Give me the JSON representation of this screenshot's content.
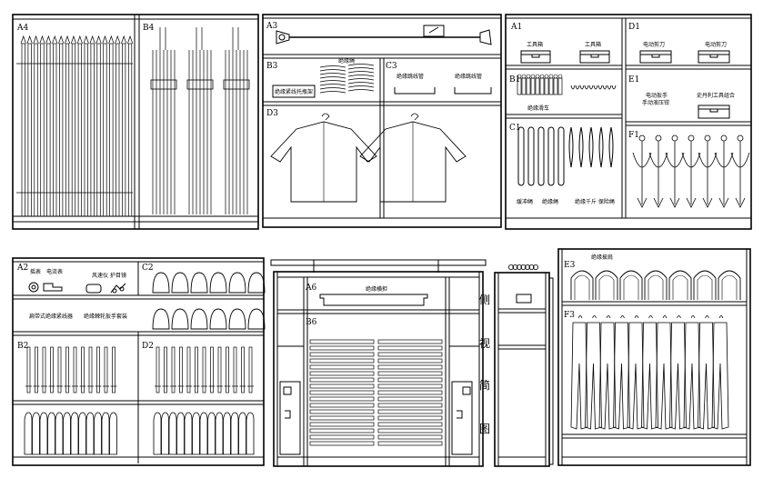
{
  "cabinets": {
    "top_left": {
      "A4": "A4",
      "B4": "B4"
    },
    "top_mid": {
      "A3": "A3",
      "B3": "B3",
      "C3": "C3",
      "D3": "D3",
      "b3_top": "绝缘绳",
      "b3_label": "绝缘紧线托瓶架",
      "c3_label1": "绝缘跳线管",
      "c3_label2": "绝缘跳线管"
    },
    "top_right": {
      "A1": "A1",
      "B1": "B1",
      "C1": "C1",
      "D1": "D1",
      "E1": "E1",
      "F1": "F1",
      "toolbox1": "工具箱",
      "toolbox2": "工具箱",
      "saw1": "电动剪刀",
      "saw2": "电动剪刀",
      "b1_label": "绝缘滑车",
      "e1_label1": "电动扳手",
      "e1_label1b": "手动液压钳",
      "e1_label2": "史丹利工具组合",
      "c1_label1": "缓冲绳",
      "c1_label2": "绝缘绳",
      "c1_label3": "绝缘千斤 保险绳"
    },
    "bottom_left": {
      "A2": "A2",
      "B2": "B2",
      "C2": "C2",
      "D2": "D2",
      "a2_top1": "摇表",
      "a2_top2": "电流表",
      "a2_top3": "风速仪",
      "a2_top4": "护目镜",
      "a2_label": "扁带式绝缘紧线器",
      "a2_label2": "绝缘棘轮扳手套装"
    },
    "bottom_mid": {
      "A6": "A6",
      "B6": "B6",
      "a6_label": "绝缘横担"
    },
    "side_view": {
      "chars": [
        "侧",
        "视",
        "简",
        "图"
      ]
    },
    "bottom_right": {
      "E3": "E3",
      "F3": "F3",
      "e3_label": "绝缘披肩"
    }
  }
}
